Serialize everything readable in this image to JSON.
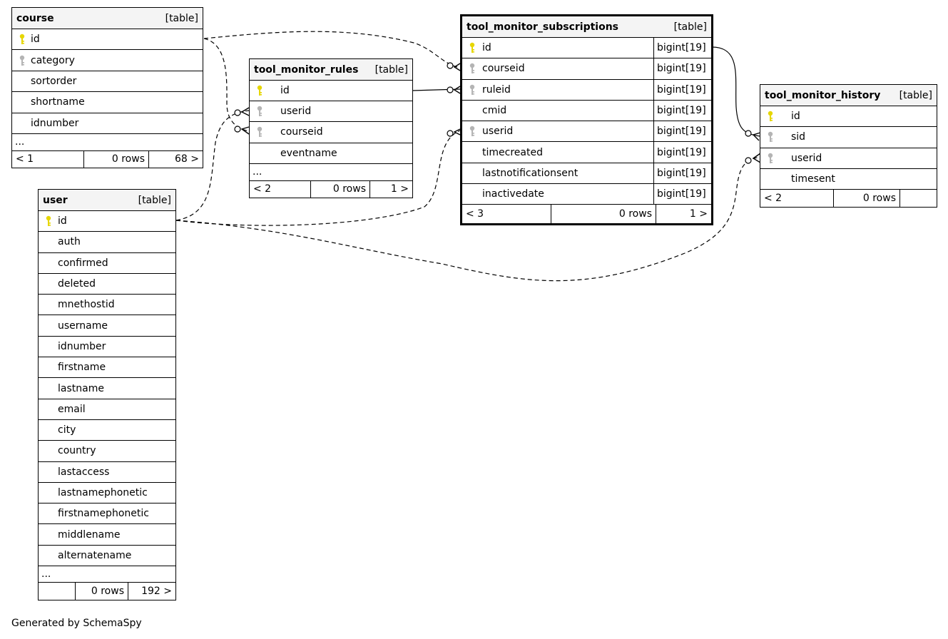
{
  "tables": {
    "course": {
      "name": "course",
      "type": "[table]",
      "columns": [
        {
          "name": "id",
          "key": "primary"
        },
        {
          "name": "category",
          "key": "foreign"
        },
        {
          "name": "sortorder",
          "key": "none"
        },
        {
          "name": "shortname",
          "key": "none"
        },
        {
          "name": "idnumber",
          "key": "none"
        }
      ],
      "more": "...",
      "footer": {
        "parents": "< 1",
        "rows": "0 rows",
        "children": "68 >"
      }
    },
    "user": {
      "name": "user",
      "type": "[table]",
      "columns": [
        {
          "name": "id",
          "key": "primary"
        },
        {
          "name": "auth",
          "key": "none"
        },
        {
          "name": "confirmed",
          "key": "none"
        },
        {
          "name": "deleted",
          "key": "none"
        },
        {
          "name": "mnethostid",
          "key": "none"
        },
        {
          "name": "username",
          "key": "none"
        },
        {
          "name": "idnumber",
          "key": "none"
        },
        {
          "name": "firstname",
          "key": "none"
        },
        {
          "name": "lastname",
          "key": "none"
        },
        {
          "name": "email",
          "key": "none"
        },
        {
          "name": "city",
          "key": "none"
        },
        {
          "name": "country",
          "key": "none"
        },
        {
          "name": "lastaccess",
          "key": "none"
        },
        {
          "name": "lastnamephonetic",
          "key": "none"
        },
        {
          "name": "firstnamephonetic",
          "key": "none"
        },
        {
          "name": "middlename",
          "key": "none"
        },
        {
          "name": "alternatename",
          "key": "none"
        }
      ],
      "more": "...",
      "footer": {
        "parents": "",
        "rows": "0 rows",
        "children": "192 >"
      }
    },
    "rules": {
      "name": "tool_monitor_rules",
      "type": "[table]",
      "columns": [
        {
          "name": "id",
          "key": "primary"
        },
        {
          "name": "userid",
          "key": "foreign"
        },
        {
          "name": "courseid",
          "key": "foreign"
        },
        {
          "name": "eventname",
          "key": "none"
        }
      ],
      "more": "...",
      "footer": {
        "parents": "< 2",
        "rows": "0 rows",
        "children": "1 >"
      }
    },
    "subscriptions": {
      "name": "tool_monitor_subscriptions",
      "type": "[table]",
      "columns": [
        {
          "name": "id",
          "key": "primary",
          "type": "bigint[19]"
        },
        {
          "name": "courseid",
          "key": "foreign",
          "type": "bigint[19]"
        },
        {
          "name": "ruleid",
          "key": "foreign",
          "type": "bigint[19]"
        },
        {
          "name": "cmid",
          "key": "none",
          "type": "bigint[19]"
        },
        {
          "name": "userid",
          "key": "foreign",
          "type": "bigint[19]"
        },
        {
          "name": "timecreated",
          "key": "none",
          "type": "bigint[19]"
        },
        {
          "name": "lastnotificationsent",
          "key": "none",
          "type": "bigint[19]"
        },
        {
          "name": "inactivedate",
          "key": "none",
          "type": "bigint[19]"
        }
      ],
      "footer": {
        "parents": "< 3",
        "rows": "0 rows",
        "children": "1 >"
      }
    },
    "history": {
      "name": "tool_monitor_history",
      "type": "[table]",
      "columns": [
        {
          "name": "id",
          "key": "primary"
        },
        {
          "name": "sid",
          "key": "foreign"
        },
        {
          "name": "userid",
          "key": "foreign"
        },
        {
          "name": "timesent",
          "key": "none"
        }
      ],
      "footer": {
        "parents": "< 2",
        "rows": "0 rows",
        "children": ""
      }
    }
  },
  "relationships": [
    {
      "from": "course.id",
      "to": "tool_monitor_subscriptions.courseid",
      "style": "dashed"
    },
    {
      "from": "course.id",
      "to": "tool_monitor_rules.courseid",
      "style": "dashed"
    },
    {
      "from": "user.id",
      "to": "tool_monitor_rules.userid",
      "style": "dashed"
    },
    {
      "from": "user.id",
      "to": "tool_monitor_subscriptions.userid",
      "style": "dashed"
    },
    {
      "from": "user.id",
      "to": "tool_monitor_history.userid",
      "style": "dashed"
    },
    {
      "from": "tool_monitor_rules.id",
      "to": "tool_monitor_subscriptions.ruleid",
      "style": "solid"
    },
    {
      "from": "tool_monitor_subscriptions.id",
      "to": "tool_monitor_history.sid",
      "style": "solid"
    }
  ],
  "colors": {
    "primary_key": "#e6d600",
    "foreign_key": "#b4b4b4",
    "header_bg": "#f4f4f4"
  },
  "credit": "Generated by SchemaSpy"
}
